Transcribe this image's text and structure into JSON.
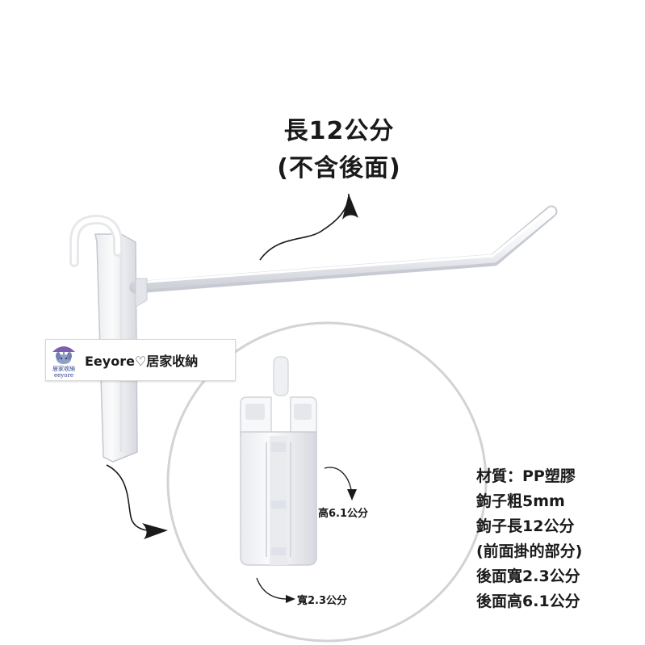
{
  "title": {
    "line1": "長12公分",
    "line2": "(不含後面)"
  },
  "brand": {
    "name": "Eeyore♡居家收納",
    "logo_text_1": "居家收納",
    "logo_text_2": "eeyore"
  },
  "detail": {
    "height_label": "高6.1公分",
    "width_label": "寬2.3公分"
  },
  "specs": [
    "材質：PP塑膠",
    "鉤子粗5mm",
    "鉤子長12公分",
    "(前面掛的部分)",
    "後面寬2.3公分",
    "後面高6.1公分"
  ],
  "colors": {
    "background": "#ffffff",
    "product": "#f4f5f8",
    "product_shadow": "#c9ccd4",
    "text": "#1a1a1a",
    "circle": "#d3d3d3"
  },
  "icons": [
    "arrow-curved-icon",
    "eeyore-logo-icon"
  ]
}
